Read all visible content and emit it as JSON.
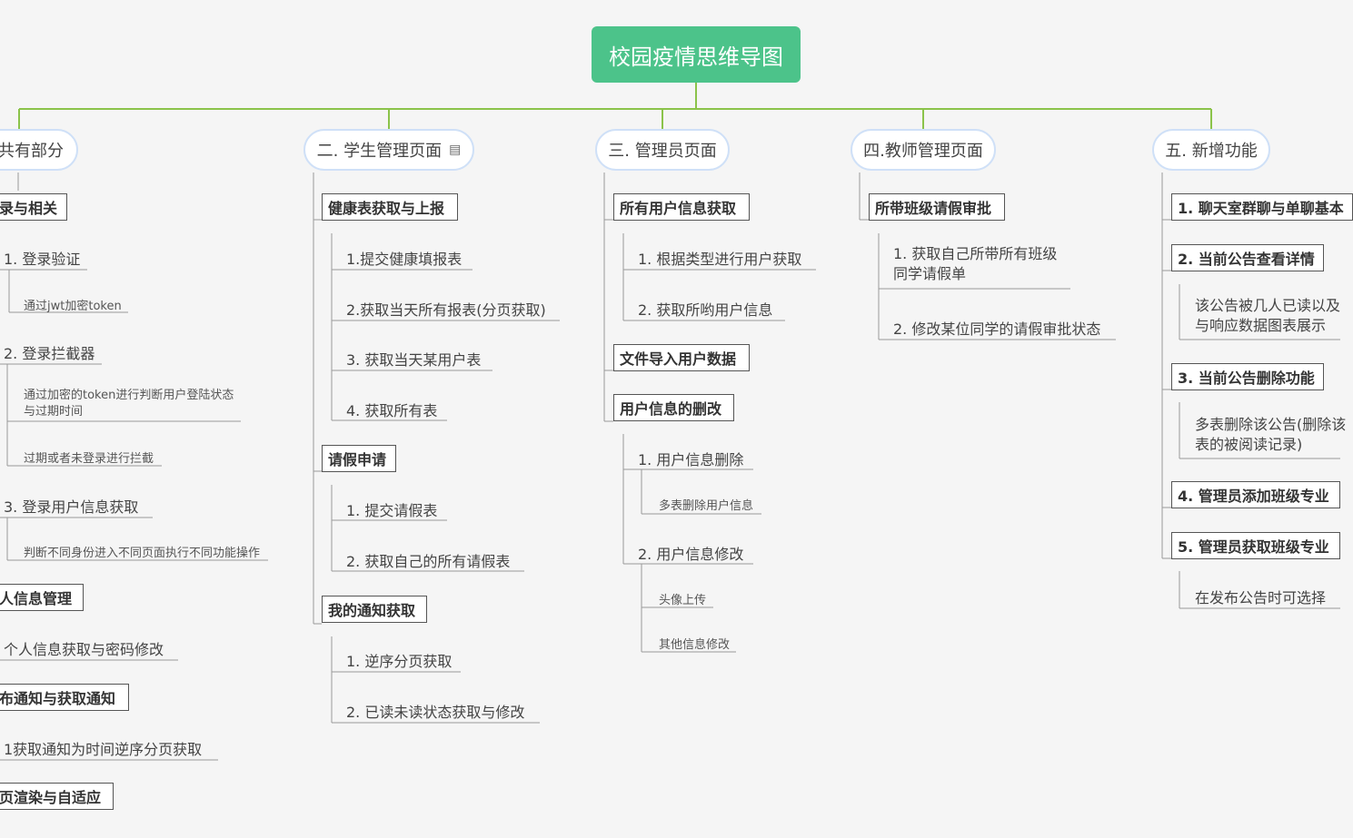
{
  "root": "校园疫情思维导图",
  "branches": {
    "b1": {
      "title": "共有部分",
      "login_group": "录与相关",
      "login_verify": "1. 登录验证",
      "login_verify_detail": "通过jwt加密token",
      "login_interceptor": "2. 登录拦截器",
      "interceptor_detail1": "通过加密的token进行判断用户登陆状态与过期时间",
      "interceptor_detail2": "过期或者未登录进行拦截",
      "login_userinfo": "3.  登录用户信息获取",
      "userinfo_detail": "判断不同身份进入不同页面执行不同功能操作",
      "personal_group": "人信息管理",
      "personal_item": "个人信息获取与密码修改",
      "notice_group": "布通知与获取通知",
      "notice_item": "1获取通知为时间逆序分页获取",
      "render_group": "页渲染与自适应"
    },
    "b2": {
      "title": "二. 学生管理页面",
      "health_group": "健康表获取与上报",
      "health_items": [
        "1.提交健康填报表",
        "2.获取当天所有报表(分页获取)",
        "3. 获取当天某用户表",
        "4. 获取所有表"
      ],
      "leave_group": "请假申请",
      "leave_items": [
        "1. 提交请假表",
        "2. 获取自己的所有请假表"
      ],
      "notice_group": "我的通知获取",
      "notice_items": [
        "1. 逆序分页获取",
        "2. 已读未读状态获取与修改"
      ]
    },
    "b3": {
      "title": "三. 管理员页面",
      "users_group": "所有用户信息获取",
      "users_items": [
        "1. 根据类型进行用户获取",
        "2. 获取所哟用户信息"
      ],
      "import_group": "文件导入用户数据",
      "edit_group": "用户信息的删改",
      "delete_item": "1. 用户信息删除",
      "delete_detail": "多表删除用户信息",
      "modify_item": "2. 用户信息修改",
      "modify_details": [
        "头像上传",
        "其他信息修改"
      ]
    },
    "b4": {
      "title": "四.教师管理页面",
      "leave_group": "所带班级请假审批",
      "items": [
        "1. 获取自己所带所有班级同学请假单",
        "2. 修改某位同学的请假审批状态"
      ]
    },
    "b5": {
      "title": "五. 新增功能",
      "g1": "1. 聊天室群聊与单聊基本",
      "g2": "2. 当前公告查看详情",
      "g2_detail": "该公告被几人已读以及与响应数据图表展示",
      "g3": "3. 当前公告删除功能",
      "g3_detail": " 多表删除该公告(删除该表的被阅读记录)",
      "g4": "4. 管理员添加班级专业",
      "g5": "5. 管理员获取班级专业",
      "g5_detail": "在发布公告时可选择"
    }
  },
  "colors": {
    "root": "#4cc38a",
    "connector_main": "#8bc34a",
    "branch_border": "#cfe0f7",
    "line": "#999999"
  },
  "icons": {
    "note": "note-icon"
  }
}
